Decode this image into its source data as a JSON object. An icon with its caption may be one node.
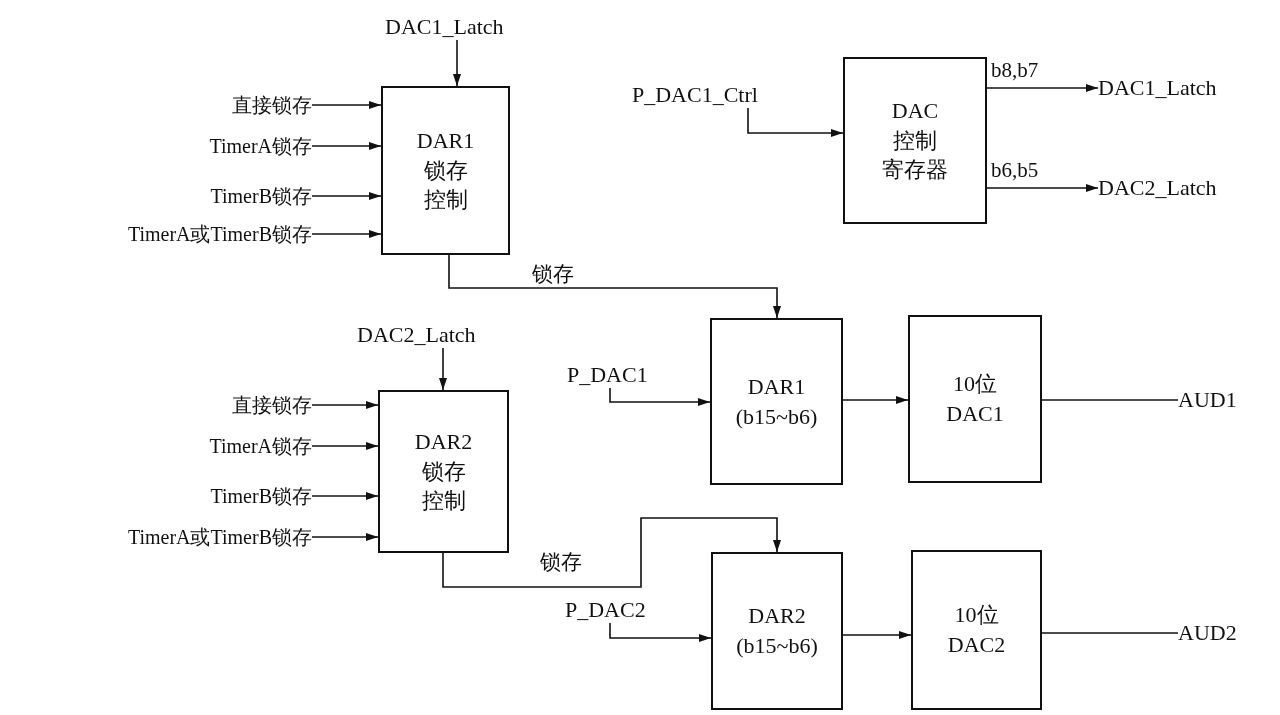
{
  "diagram": {
    "nodes": [
      {
        "text": [
          "DAC1_Latch"
        ]
      },
      {
        "text": [
          "直接锁存"
        ]
      },
      {
        "text": [
          "TimerA锁存"
        ]
      },
      {
        "text": [
          "TimerB锁存"
        ]
      },
      {
        "text": [
          "TimerA或TimerB锁存"
        ]
      },
      {
        "text": [
          "DAR1",
          "锁存",
          "控制"
        ]
      },
      {
        "text": [
          "P_DAC1_Ctrl"
        ]
      },
      {
        "text": [
          "DAC",
          "控制",
          "寄存器"
        ]
      },
      {
        "text": [
          "DAC1_Latch"
        ]
      },
      {
        "text": [
          "DAC2_Latch"
        ]
      },
      {
        "text": [
          "DAC2_Latch"
        ]
      },
      {
        "text": [
          "直接锁存"
        ]
      },
      {
        "text": [
          "TimerA锁存"
        ]
      },
      {
        "text": [
          "TimerB锁存"
        ]
      },
      {
        "text": [
          "TimerA或TimerB锁存"
        ]
      },
      {
        "text": [
          "DAR2",
          "锁存",
          "控制"
        ]
      },
      {
        "text": [
          "P_DAC1"
        ]
      },
      {
        "text": [
          "DAR1",
          "(b15~b6)"
        ]
      },
      {
        "text": [
          "10位",
          "DAC1"
        ]
      },
      {
        "text": [
          "AUD1"
        ]
      },
      {
        "text": [
          "P_DAC2"
        ]
      },
      {
        "text": [
          "DAR2",
          "(b15~b6)"
        ]
      },
      {
        "text": [
          "10位",
          "DAC2"
        ]
      },
      {
        "text": [
          "AUD2"
        ]
      }
    ],
    "edges": [
      {
        "from": 0,
        "to": 5,
        "arrow": "to"
      },
      {
        "from": 1,
        "to": 5,
        "arrow": "to"
      },
      {
        "from": 2,
        "to": 5,
        "arrow": "to"
      },
      {
        "from": 3,
        "to": 5,
        "arrow": "to"
      },
      {
        "from": 4,
        "to": 5,
        "arrow": "to"
      },
      {
        "from": 5,
        "to": 17,
        "arrow": "to",
        "label": "锁存"
      },
      {
        "from": 6,
        "to": 7,
        "arrow": "to"
      },
      {
        "from": 7,
        "to": 8,
        "arrow": "to",
        "label": "b8,b7"
      },
      {
        "from": 7,
        "to": 9,
        "arrow": "to",
        "label": "b6,b5"
      },
      {
        "from": 10,
        "to": 15,
        "arrow": "to"
      },
      {
        "from": 11,
        "to": 15,
        "arrow": "to"
      },
      {
        "from": 12,
        "to": 15,
        "arrow": "to"
      },
      {
        "from": 13,
        "to": 15,
        "arrow": "to"
      },
      {
        "from": 14,
        "to": 15,
        "arrow": "to"
      },
      {
        "from": 15,
        "to": 21,
        "arrow": "to",
        "label": "锁存"
      },
      {
        "from": 16,
        "to": 17,
        "arrow": "to"
      },
      {
        "from": 17,
        "to": 18,
        "arrow": "to"
      },
      {
        "from": 18,
        "to": 19,
        "arrow": "none"
      },
      {
        "from": 20,
        "to": 21,
        "arrow": "to"
      },
      {
        "from": 21,
        "to": 22,
        "arrow": "to"
      },
      {
        "from": 22,
        "to": 23,
        "arrow": "none"
      }
    ]
  }
}
